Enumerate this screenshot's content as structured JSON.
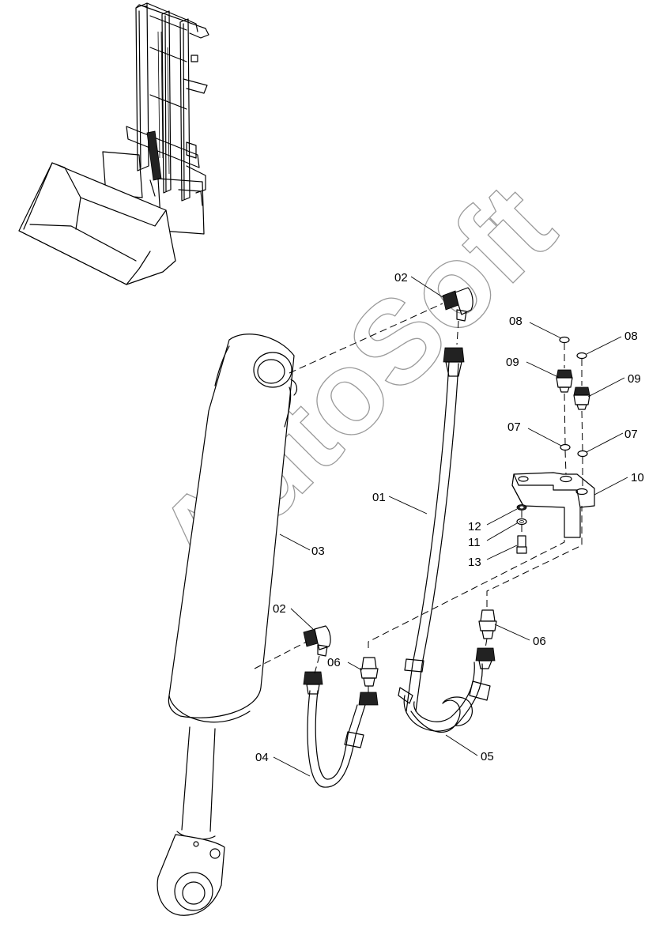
{
  "watermark": "AutoSoft",
  "labels": {
    "l01": "01",
    "l02_top": "02",
    "l02_bottom": "02",
    "l03": "03",
    "l04": "04",
    "l05": "05",
    "l06_left": "06",
    "l06_right": "06",
    "l07_left": "07",
    "l07_right": "07",
    "l08_left": "08",
    "l08_right": "08",
    "l09_left": "09",
    "l09_right": "09",
    "l10": "10",
    "l11": "11",
    "l12": "12",
    "l13": "13"
  }
}
